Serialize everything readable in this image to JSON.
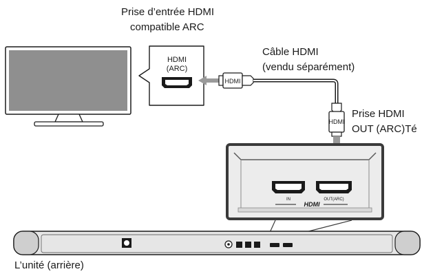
{
  "labels": {
    "tv_port_title_line1": "Prise d’entrée HDMI",
    "tv_port_title_line2": "compatible ARC",
    "cable_line1": "Câble HDMI",
    "cable_line2": "(vendu séparément)",
    "unit_port_line1": "Prise HDMI",
    "unit_port_line2": "OUT (ARC)Té",
    "unit_caption": "L’unité (arrière)"
  },
  "tv_port": {
    "line1": "HDMI",
    "line2": "(ARC)"
  },
  "plug_label": "HDMI",
  "panel": {
    "in_label": "IN",
    "out_label": "OUT(ARC)",
    "logo": "HDMI"
  },
  "colors": {
    "line": "#1a1a1a",
    "arrow": "#9a9a9a",
    "tv_screen": "#8f8f8f",
    "panel_bg": "#ececec"
  }
}
